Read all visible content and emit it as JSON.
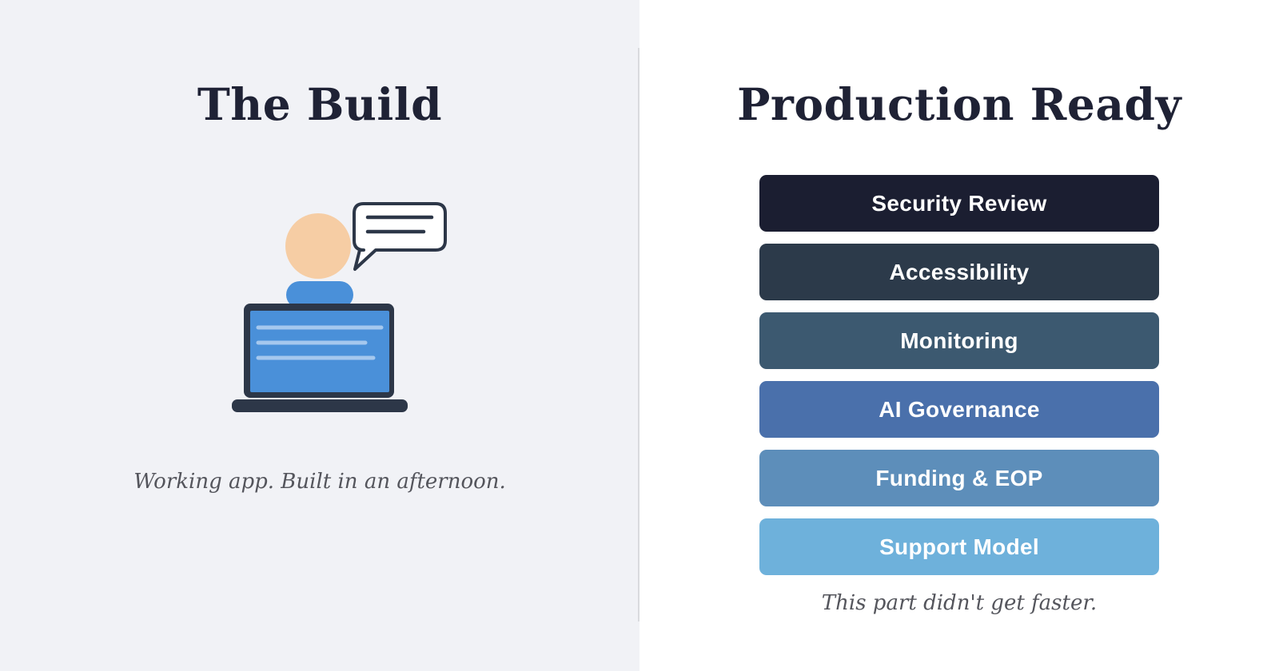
{
  "left_panel": {
    "title": "The Build",
    "caption": "Working app. Built in an afternoon.",
    "illustration": {
      "name": "person-at-laptop-with-speech-bubble",
      "parts": [
        "person-head",
        "speech-bubble",
        "speech-bubble-text-lines",
        "person-body",
        "laptop-frame",
        "laptop-screen",
        "laptop-screen-text-lines",
        "laptop-base"
      ]
    }
  },
  "right_panel": {
    "title": "Production Ready",
    "caption": "This part didn't get faster.",
    "bars": [
      {
        "label": "Security Review",
        "color": "#1b1e31"
      },
      {
        "label": "Accessibility",
        "color": "#2c3a4a"
      },
      {
        "label": "Monitoring",
        "color": "#3c5970"
      },
      {
        "label": "AI Governance",
        "color": "#4a70ab"
      },
      {
        "label": "Funding & EOP",
        "color": "#5d8eba"
      },
      {
        "label": "Support Model",
        "color": "#6eb1db"
      }
    ]
  },
  "colors": {
    "left-bg": "#f1f2f6",
    "title": "#1f2235",
    "caption": "#54555c",
    "divider": "#d9dade",
    "ill-dark": "#2d3748",
    "ill-blue": "#4a90d9",
    "ill-skin": "#f6cda4",
    "ill-screenline": "#a5c8ee",
    "bar-text": "#ffffff"
  }
}
